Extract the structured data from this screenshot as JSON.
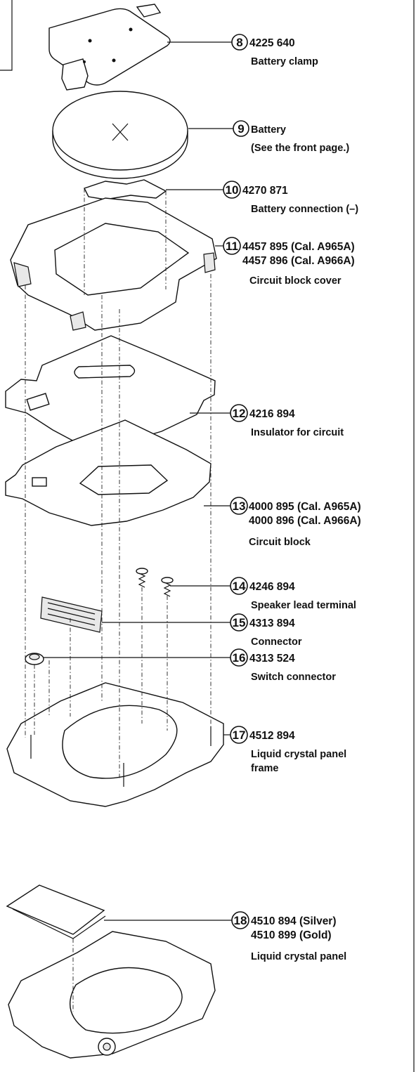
{
  "parts": [
    {
      "number": "8",
      "codes": [
        "4225 640"
      ],
      "names": [
        "Battery clamp"
      ]
    },
    {
      "number": "9",
      "codes": [],
      "names": [
        "Battery",
        "(See the front page.)"
      ]
    },
    {
      "number": "10",
      "codes": [
        "4270 871"
      ],
      "names": [
        "Battery connection (–)"
      ]
    },
    {
      "number": "11",
      "codes": [
        "4457 895 (Cal. A965A)",
        "4457 896 (Cal. A966A)"
      ],
      "names": [
        "Circuit block cover"
      ]
    },
    {
      "number": "12",
      "codes": [
        "4216 894"
      ],
      "names": [
        "Insulator for circuit"
      ]
    },
    {
      "number": "13",
      "codes": [
        "4000 895 (Cal. A965A)",
        "4000 896 (Cal. A966A)"
      ],
      "names": [
        "Circuit block"
      ]
    },
    {
      "number": "14",
      "codes": [
        "4246 894"
      ],
      "names": [
        "Speaker lead terminal"
      ]
    },
    {
      "number": "15",
      "codes": [
        "4313 894"
      ],
      "names": [
        "Connector"
      ]
    },
    {
      "number": "16",
      "codes": [
        "4313 524"
      ],
      "names": [
        "Switch connector"
      ]
    },
    {
      "number": "17",
      "codes": [
        "4512 894"
      ],
      "names": [
        "Liquid crystal panel",
        "frame"
      ]
    },
    {
      "number": "18",
      "codes": [
        "4510 894 (Silver)",
        "4510 899 (Gold)"
      ],
      "names": [
        "Liquid crystal panel"
      ]
    }
  ]
}
